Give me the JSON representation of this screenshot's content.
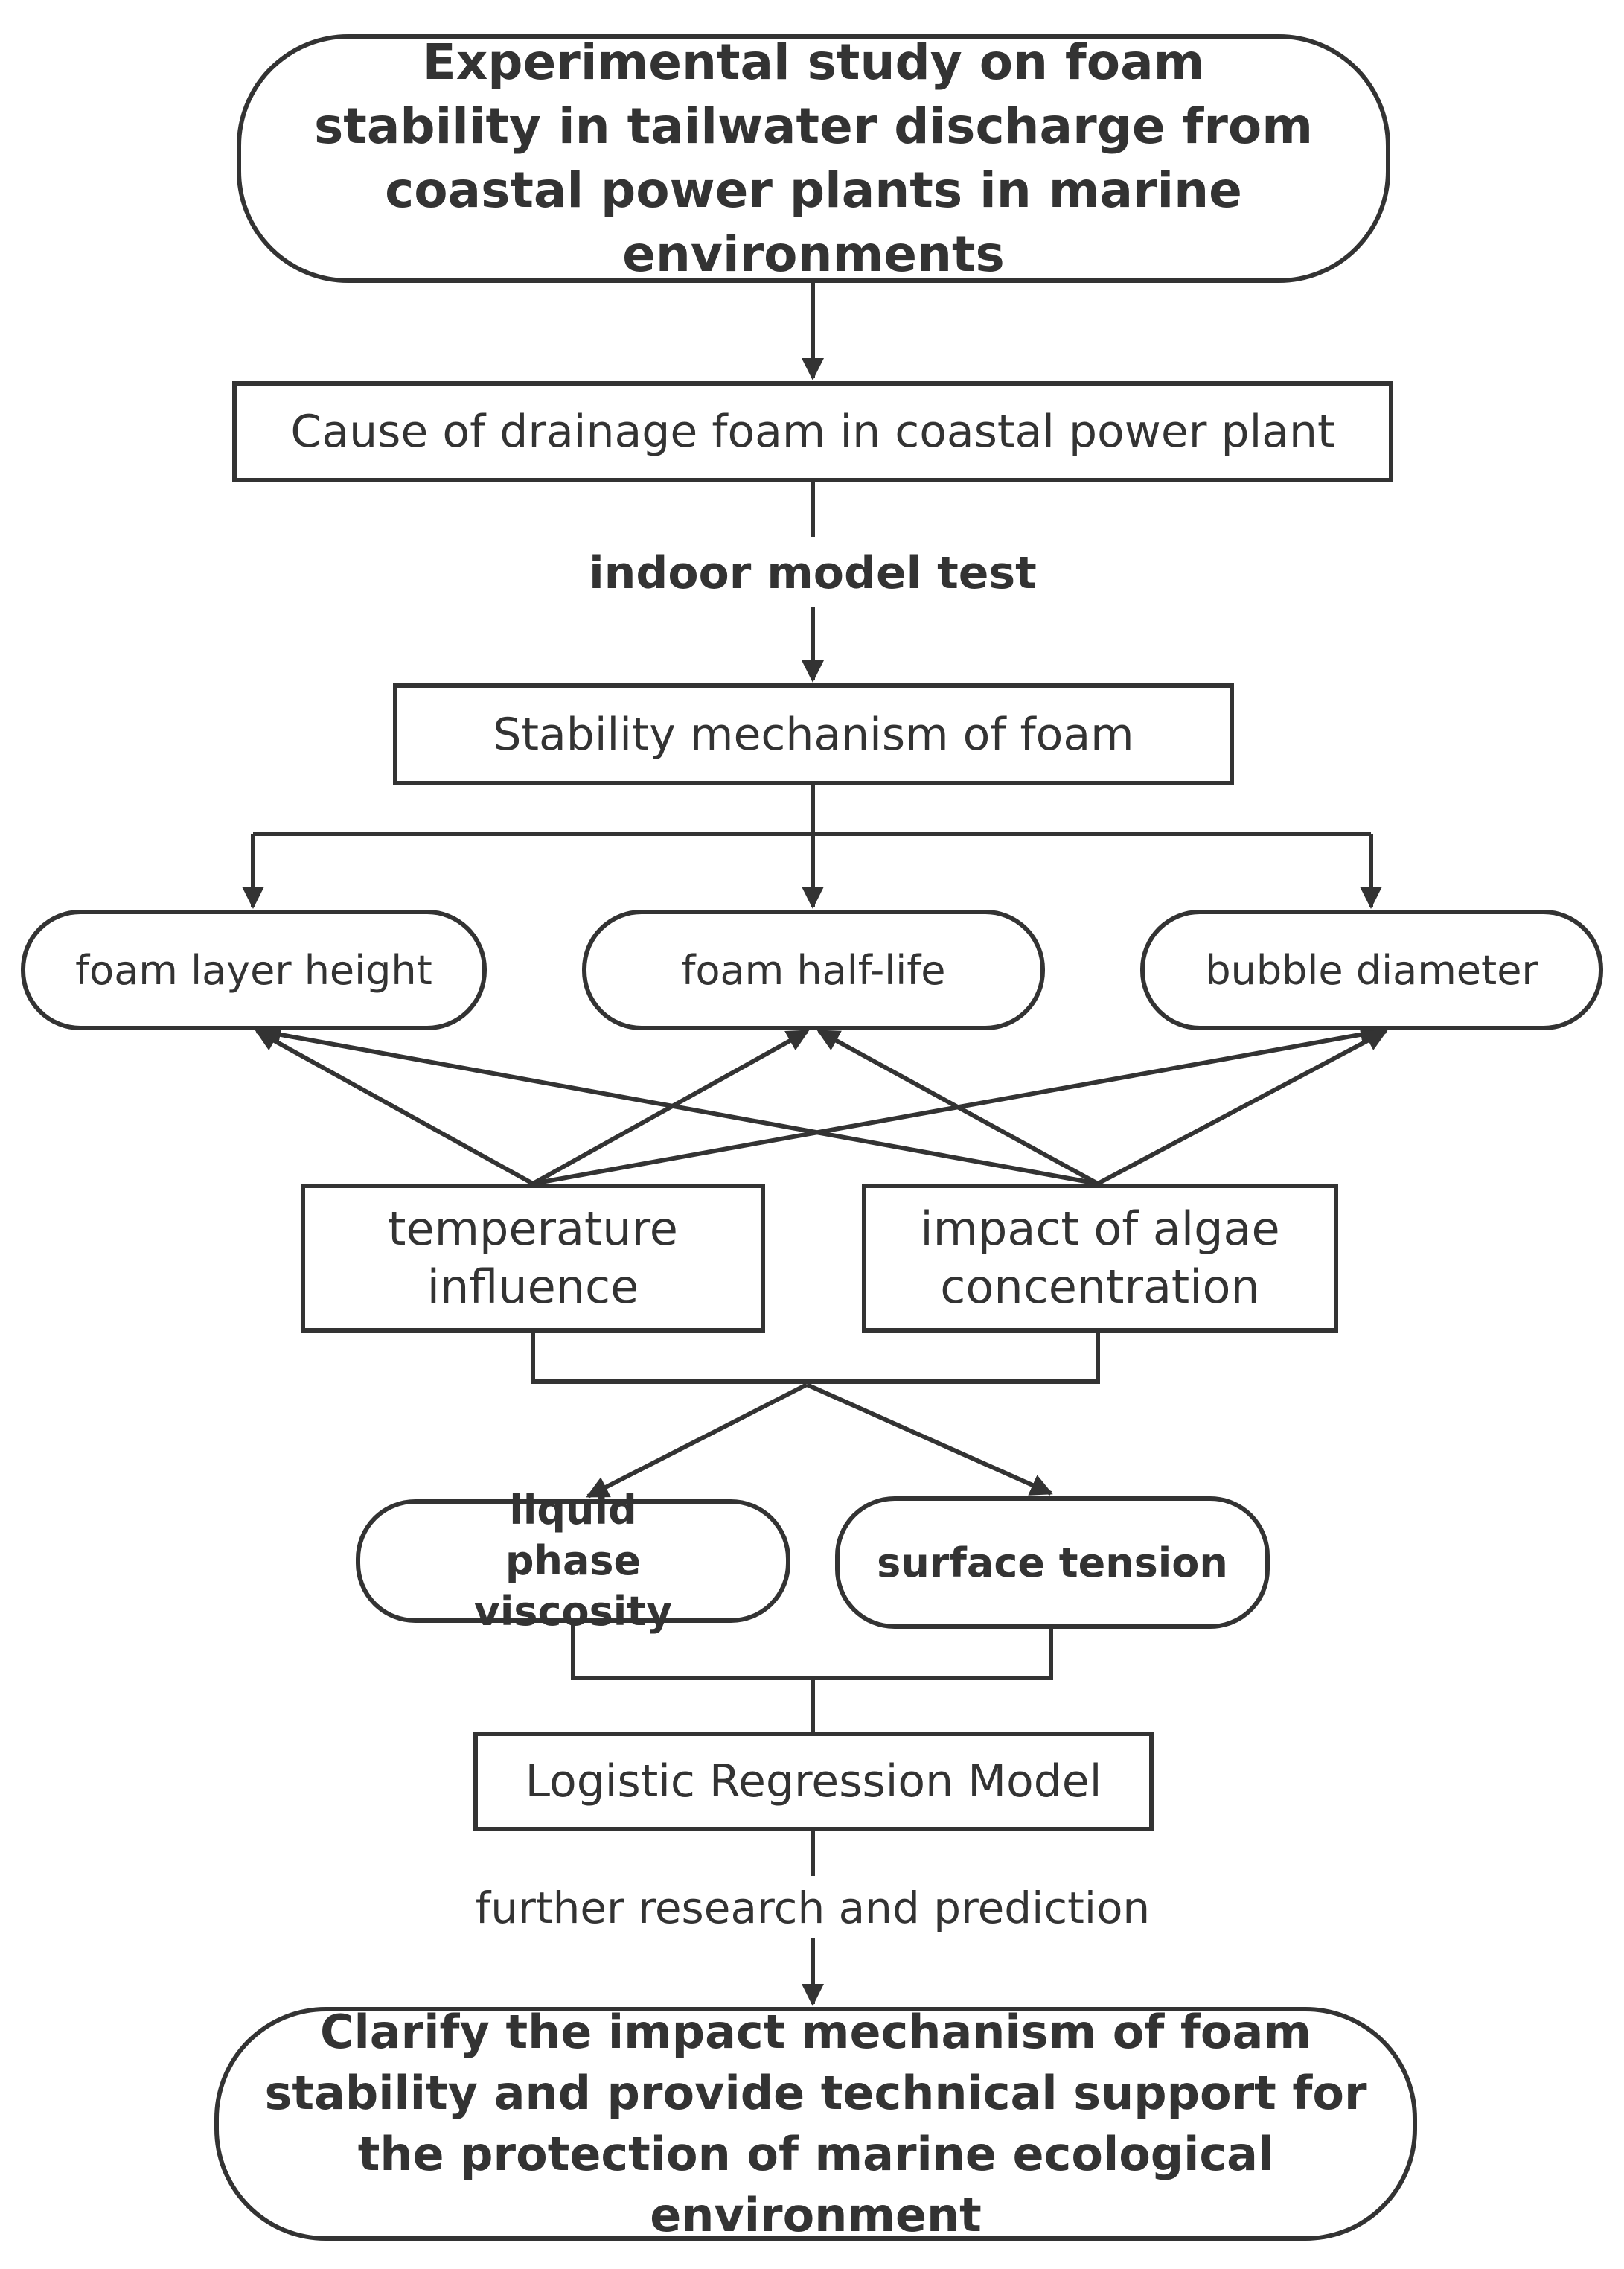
{
  "nodes": {
    "title": "Experimental study on foam stability in tailwater discharge from coastal power plants in marine environments",
    "cause": "Cause of drainage foam in coastal power plant",
    "mechanism": "Stability mechanism of foam",
    "foam_layer_height": "foam layer height",
    "foam_half_life": "foam half-life",
    "bubble_diameter": "bubble diameter",
    "temperature": "temperature influence",
    "algae": "impact of algae concentration",
    "viscosity": "liquid phase viscosity",
    "surface_tension": "surface tension",
    "logistic": "Logistic Regression Model",
    "conclusion": "Clarify the impact mechanism of foam stability and provide technical support for the protection of marine ecological environment"
  },
  "edge_labels": {
    "indoor_test": "indoor model test",
    "further_research": "further research and prediction"
  },
  "colors": {
    "line": "#333333",
    "background": "#ffffff"
  }
}
